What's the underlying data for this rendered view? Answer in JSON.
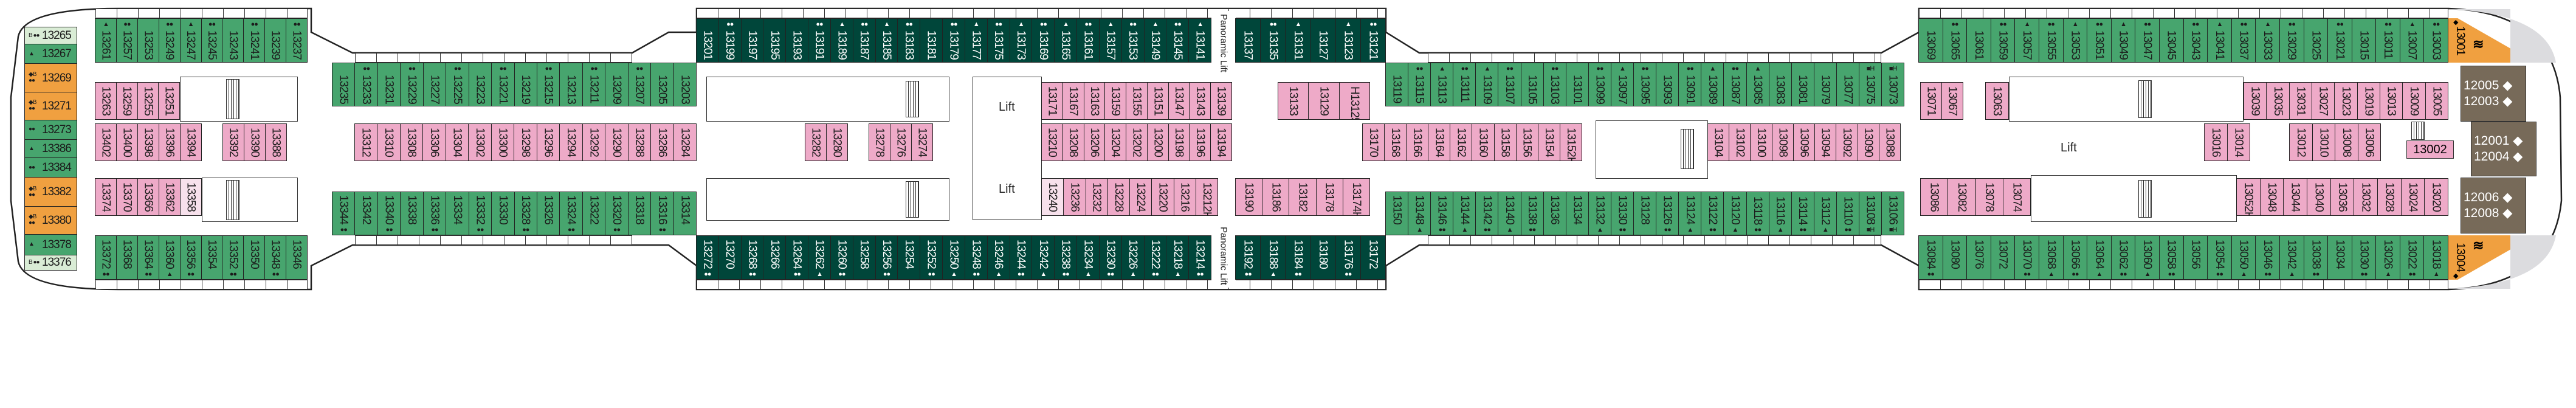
{
  "deck": {
    "colors": {
      "balcony": "#47a56e",
      "premium_balcony": "#00463a",
      "inside": "#eeaac8",
      "suite": "#f0a040",
      "owner_suite": "#776a59"
    },
    "stern": [
      [
        "13265",
        "B ●●",
        "lightgreen"
      ],
      [
        "13267",
        "▲",
        "green"
      ],
      [
        "13269",
        "◆B ●●",
        "orange"
      ],
      [
        "13271",
        "◆B ●●",
        "orange"
      ],
      [
        "13273",
        "●●",
        "green"
      ],
      [
        "13386",
        "▲",
        "green"
      ],
      [
        "13384",
        "●●",
        "green"
      ],
      [
        "13382",
        "◆B ●●",
        "orange"
      ],
      [
        "13380",
        "◆B ●●",
        "orange"
      ],
      [
        "13378",
        "▲",
        "green"
      ],
      [
        "13376",
        "B ●●",
        "lightgreen"
      ]
    ],
    "aft_top": [
      [
        "13261",
        "▲"
      ],
      [
        "13257",
        "●●"
      ],
      [
        "13253",
        ""
      ],
      [
        "13249",
        "●●"
      ],
      [
        "13247",
        "▲"
      ],
      [
        "13245",
        "●●"
      ],
      [
        "13243",
        ""
      ],
      [
        "13241",
        "●●"
      ],
      [
        "13239",
        ""
      ],
      [
        "13237",
        "●●"
      ]
    ],
    "aft_upper": [
      [
        "13263",
        ""
      ],
      [
        "13259",
        "■■"
      ],
      [
        "13255",
        ""
      ],
      [
        "13251",
        ""
      ]
    ],
    "aft_mid_a": [
      [
        "13402",
        ""
      ],
      [
        "13400",
        ""
      ],
      [
        "13398",
        ""
      ],
      [
        "13396",
        ""
      ],
      [
        "13394",
        ""
      ]
    ],
    "aft_mid_b": [
      [
        "13392",
        ""
      ],
      [
        "13390",
        ""
      ],
      [
        "13388",
        "■■"
      ]
    ],
    "aft_lower": [
      [
        "13374",
        ""
      ],
      [
        "13370",
        "■■"
      ],
      [
        "13366",
        "■■"
      ],
      [
        "13362",
        "■■"
      ],
      [
        "13358",
        "",
        "lightpink"
      ]
    ],
    "aft_bottom": [
      [
        "13372",
        "●●"
      ],
      [
        "13368",
        ""
      ],
      [
        "13364",
        "●●"
      ],
      [
        "13360",
        "▲"
      ],
      [
        "13356",
        "●●"
      ],
      [
        "13354",
        ""
      ],
      [
        "13352",
        "●●"
      ],
      [
        "13350",
        ""
      ],
      [
        "13348",
        "●●"
      ],
      [
        "13346",
        ""
      ]
    ],
    "s2_top": [
      [
        "13235",
        ""
      ],
      [
        "13233",
        "●●"
      ],
      [
        "13231",
        ""
      ],
      [
        "13229",
        "●●"
      ],
      [
        "13227",
        ""
      ],
      [
        "13225",
        "●●"
      ],
      [
        "13223",
        ""
      ],
      [
        "13221",
        "●●"
      ],
      [
        "13219",
        ""
      ],
      [
        "13215",
        "●●"
      ],
      [
        "13213",
        ""
      ],
      [
        "13211",
        "●●"
      ],
      [
        "13209",
        ""
      ],
      [
        "13207",
        "●●"
      ],
      [
        "13205",
        ""
      ],
      [
        "13203",
        ""
      ]
    ],
    "s2_mid": [
      [
        "13312",
        "■■"
      ],
      [
        "13310",
        "■■"
      ],
      [
        "13308",
        "■■"
      ],
      [
        "13306",
        "■■"
      ],
      [
        "13304",
        "■■"
      ],
      [
        "13302",
        "■■"
      ],
      [
        "13300",
        ""
      ],
      [
        "13298",
        ""
      ],
      [
        "13296",
        ""
      ],
      [
        "13294",
        ""
      ],
      [
        "13292",
        ""
      ],
      [
        "13290",
        ""
      ],
      [
        "13288",
        ""
      ],
      [
        "13286",
        ""
      ],
      [
        "13284",
        ""
      ]
    ],
    "s2_bottom": [
      [
        "13344",
        "●●"
      ],
      [
        "13342",
        ""
      ],
      [
        "13340",
        "●●"
      ],
      [
        "13338",
        ""
      ],
      [
        "13336",
        "●●"
      ],
      [
        "13334",
        ""
      ],
      [
        "13332",
        "●●"
      ],
      [
        "13330",
        ""
      ],
      [
        "13328",
        "●●"
      ],
      [
        "13326",
        ""
      ],
      [
        "13324",
        "●●"
      ],
      [
        "13322",
        ""
      ],
      [
        "13320",
        "●●"
      ],
      [
        "13318",
        ""
      ],
      [
        "13316",
        "●●"
      ],
      [
        "13314",
        ""
      ]
    ],
    "s3_top_a": [
      [
        "13201",
        ""
      ],
      [
        "13199",
        "●●"
      ],
      [
        "13197",
        ""
      ],
      [
        "13195",
        ""
      ],
      [
        "13193",
        ""
      ],
      [
        "13191",
        "●●"
      ],
      [
        "13189",
        "▲"
      ],
      [
        "13187",
        "●●"
      ],
      [
        "13185",
        "▲"
      ],
      [
        "13183",
        "●●"
      ],
      [
        "13181",
        ""
      ],
      [
        "13179",
        "●●"
      ],
      [
        "13177",
        "▲"
      ],
      [
        "13175",
        "●●"
      ],
      [
        "13173",
        "▲"
      ],
      [
        "13169",
        "●●"
      ],
      [
        "13165",
        "▲"
      ],
      [
        "13161",
        "●●"
      ],
      [
        "13157",
        "▲"
      ],
      [
        "13153",
        "●●"
      ],
      [
        "13149",
        "▲"
      ],
      [
        "13145",
        "●●"
      ],
      [
        "13141",
        "▲"
      ]
    ],
    "s3_top_b": [
      [
        "13137",
        ""
      ],
      [
        "13135",
        "●●"
      ],
      [
        "13131",
        "▲"
      ],
      [
        "13127",
        ""
      ],
      [
        "13123",
        "▲"
      ],
      [
        "13121",
        "●●"
      ]
    ],
    "s3_mid_a": [
      [
        "13282",
        "■■"
      ],
      [
        "13280",
        "■■"
      ]
    ],
    "s3_mid_b": [
      [
        "13278",
        "■■"
      ],
      [
        "13276",
        "■■"
      ],
      [
        "13274",
        "■■"
      ]
    ],
    "s3_upper": [
      [
        "13171",
        ""
      ],
      [
        "13167",
        ""
      ],
      [
        "13163",
        ""
      ],
      [
        "13159",
        ""
      ],
      [
        "13155",
        ""
      ],
      [
        "13151",
        ""
      ],
      [
        "13147",
        ""
      ],
      [
        "13143",
        ""
      ],
      [
        "13139",
        "■■"
      ]
    ],
    "s3_mid_c": [
      [
        "13210",
        "■■"
      ],
      [
        "13208",
        "■■"
      ],
      [
        "13206",
        "■■"
      ],
      [
        "13204",
        "■■"
      ],
      [
        "13202",
        "■■"
      ],
      [
        "13200",
        "■■"
      ],
      [
        "13198",
        "■■"
      ],
      [
        "13196",
        "■■"
      ],
      [
        "13194",
        "■■"
      ]
    ],
    "s3_lower": [
      [
        "13240",
        "",
        "lightpink"
      ],
      [
        "13236",
        ""
      ],
      [
        "13232",
        ""
      ],
      [
        "13228",
        ""
      ],
      [
        "13224",
        ""
      ],
      [
        "13220",
        ""
      ],
      [
        "13216",
        ""
      ],
      [
        "13212H",
        ""
      ]
    ],
    "s3_upper_b": [
      [
        "13133",
        "■■"
      ],
      [
        "13129",
        ""
      ],
      [
        "H13125",
        ""
      ]
    ],
    "s3_lower_b": [
      [
        "13190",
        ""
      ],
      [
        "13186",
        ""
      ],
      [
        "13182",
        ""
      ],
      [
        "13178",
        "■■"
      ],
      [
        "13174H",
        ""
      ]
    ],
    "s3_bottom_a": [
      [
        "13272",
        "●●"
      ],
      [
        "13270",
        ""
      ],
      [
        "13268",
        "●●"
      ],
      [
        "13266",
        ""
      ],
      [
        "13264",
        "●●"
      ],
      [
        "13262",
        "▲"
      ],
      [
        "13260",
        "●●"
      ],
      [
        "13258",
        ""
      ],
      [
        "13256",
        "●●"
      ],
      [
        "13254",
        ""
      ],
      [
        "13252",
        "●●"
      ],
      [
        "13250",
        "▲"
      ],
      [
        "13248",
        "●●"
      ],
      [
        "13246",
        "▲"
      ],
      [
        "13244",
        "●●"
      ],
      [
        "13242",
        "▲"
      ],
      [
        "13238",
        "●●"
      ],
      [
        "13234",
        "▲"
      ],
      [
        "13230",
        "●●"
      ],
      [
        "13226",
        "▲"
      ],
      [
        "13222",
        "●●"
      ],
      [
        "13218",
        "▲"
      ],
      [
        "13214",
        "●●"
      ]
    ],
    "s3_bottom_b": [
      [
        "13192",
        "●●"
      ],
      [
        "13188",
        "▲"
      ],
      [
        "13184",
        "●●"
      ],
      [
        "13180",
        ""
      ],
      [
        "13176",
        "●●"
      ],
      [
        "13172",
        ""
      ]
    ],
    "s4_mid": [
      [
        "13170",
        ""
      ],
      [
        "13168",
        ""
      ],
      [
        "13166",
        ""
      ],
      [
        "13164",
        ""
      ],
      [
        "13162",
        ""
      ],
      [
        "13160",
        ""
      ],
      [
        "13158",
        ""
      ],
      [
        "13156",
        ""
      ],
      [
        "13154",
        "■■"
      ],
      [
        "13152H",
        ""
      ]
    ],
    "s4_top": [
      [
        "13119",
        ""
      ],
      [
        "13115",
        "●●"
      ],
      [
        "13113",
        "▲"
      ],
      [
        "13111",
        "●●"
      ],
      [
        "13109",
        "▲"
      ],
      [
        "13107",
        "●●"
      ],
      [
        "13105",
        ""
      ],
      [
        "13103",
        "●●"
      ],
      [
        "13101",
        ""
      ],
      [
        "13099",
        "●●"
      ],
      [
        "13097",
        "▲"
      ],
      [
        "13095",
        "●●"
      ],
      [
        "13093",
        ""
      ],
      [
        "13091",
        "●●"
      ],
      [
        "13089",
        "▲"
      ],
      [
        "13087",
        "●●"
      ],
      [
        "13085",
        "▲"
      ],
      [
        "13083",
        ""
      ],
      [
        "13081",
        ""
      ],
      [
        "13079",
        ""
      ],
      [
        "13077",
        ""
      ],
      [
        "13075",
        "■H"
      ],
      [
        "13073",
        "■H"
      ]
    ],
    "s4_bottom": [
      [
        "13150",
        ""
      ],
      [
        "13148",
        "▲"
      ],
      [
        "13146",
        "●●"
      ],
      [
        "13144",
        "▲"
      ],
      [
        "13142",
        "●●"
      ],
      [
        "13140",
        "▲"
      ],
      [
        "13138",
        "●●"
      ],
      [
        "13136",
        ""
      ],
      [
        "13134",
        ""
      ],
      [
        "13132",
        "▲"
      ],
      [
        "13130",
        "●●"
      ],
      [
        "13128",
        ""
      ],
      [
        "13126",
        "●●"
      ],
      [
        "13124",
        "▲"
      ],
      [
        "13122",
        "●●"
      ],
      [
        "13120",
        "▲"
      ],
      [
        "13118",
        "●●"
      ],
      [
        "13116",
        "▲"
      ],
      [
        "13114",
        "●●"
      ],
      [
        "13112",
        "▲"
      ],
      [
        "13110",
        "●●"
      ],
      [
        "13108",
        "■H"
      ],
      [
        "13106",
        "■H"
      ]
    ],
    "s4_mid_b": [
      [
        "13104",
        "■■"
      ],
      [
        "13102",
        ""
      ],
      [
        "13100",
        ""
      ],
      [
        "13098",
        "■■"
      ],
      [
        "13096",
        "■■"
      ],
      [
        "13094",
        ""
      ],
      [
        "13092",
        "■■"
      ],
      [
        "13090",
        "■■"
      ],
      [
        "13088",
        "■■"
      ]
    ],
    "s5_top": [
      [
        "13069",
        ""
      ],
      [
        "13065",
        "●●"
      ],
      [
        "13061",
        ""
      ],
      [
        "13059",
        "●●"
      ],
      [
        "13057",
        "▲"
      ],
      [
        "13055",
        "●●"
      ],
      [
        "13053",
        "▲"
      ],
      [
        "13051",
        "●●"
      ],
      [
        "13049",
        "▲"
      ],
      [
        "13047",
        "●●"
      ],
      [
        "13045",
        ""
      ],
      [
        "13043",
        "●●"
      ],
      [
        "13041",
        "▲"
      ],
      [
        "13037",
        "●●"
      ],
      [
        "13033",
        "▲"
      ],
      [
        "13029",
        "●●"
      ],
      [
        "13025",
        ""
      ],
      [
        "13021",
        "●●"
      ],
      [
        "13015",
        ""
      ],
      [
        "13011",
        "●●"
      ],
      [
        "13007",
        "▲"
      ],
      [
        "13003",
        "●●"
      ]
    ],
    "s5_bottom": [
      [
        "13084",
        "●●"
      ],
      [
        "13080",
        ""
      ],
      [
        "13076",
        ""
      ],
      [
        "13072",
        ""
      ],
      [
        "13070",
        "●●"
      ],
      [
        "13068",
        "▲"
      ],
      [
        "13066",
        "●●"
      ],
      [
        "13064",
        "▲"
      ],
      [
        "13062",
        "●●"
      ],
      [
        "13060",
        "▲"
      ],
      [
        "13058",
        "●●"
      ],
      [
        "13056",
        ""
      ],
      [
        "13054",
        "●●"
      ],
      [
        "13050",
        "▲"
      ],
      [
        "13046",
        "●●"
      ],
      [
        "13042",
        "▲"
      ],
      [
        "13038",
        "●●"
      ],
      [
        "13034",
        ""
      ],
      [
        "13030",
        "●●"
      ],
      [
        "13026",
        "▲"
      ],
      [
        "13022",
        "●●"
      ],
      [
        "13018",
        "▲"
      ]
    ],
    "s5_upper_a": [
      [
        "13071",
        ""
      ],
      [
        "13067",
        ""
      ]
    ],
    "s5_upper_b": [
      [
        "13063",
        ""
      ]
    ],
    "s5_upper_c": [
      [
        "13039",
        ""
      ],
      [
        "13035",
        ""
      ],
      [
        "13031",
        ""
      ],
      [
        "13027",
        ""
      ],
      [
        "13023",
        ""
      ],
      [
        "13019",
        ""
      ],
      [
        "13013",
        ""
      ],
      [
        "13009",
        ""
      ],
      [
        "13005",
        ""
      ]
    ],
    "s5_mid_a": [
      [
        "13016",
        ""
      ],
      [
        "13014",
        ""
      ]
    ],
    "s5_mid_b": [
      [
        "13012",
        ""
      ],
      [
        "13010",
        "■■"
      ],
      [
        "13008",
        ""
      ],
      [
        "13006",
        ""
      ]
    ],
    "s5_lower_a": [
      [
        "13086",
        ""
      ],
      [
        "13082",
        ""
      ],
      [
        "13078",
        ""
      ],
      [
        "13074",
        ""
      ]
    ],
    "s5_lower_b": [
      [
        "13052H",
        ""
      ],
      [
        "13048",
        ""
      ],
      [
        "13044",
        ""
      ],
      [
        "13040",
        ""
      ],
      [
        "13036",
        ""
      ],
      [
        "13032",
        ""
      ],
      [
        "13028",
        ""
      ],
      [
        "13024",
        ""
      ],
      [
        "13020",
        ""
      ]
    ],
    "cabin_13002": "13002",
    "bow_top": {
      "num": "13001",
      "sym": "◆",
      "icon": "spa-waves-icon"
    },
    "bow_bottom": {
      "num": "13004",
      "sym": "◆",
      "icon": "spa-waves-icon"
    },
    "suites": [
      [
        "12005",
        "12003"
      ],
      [
        "12001",
        "12004"
      ],
      [
        "12006",
        "12008"
      ]
    ],
    "suite_sym": "◆",
    "waves": "≋",
    "lift_label": "Lift",
    "panoramic_lift_label": "Panoramic Lift"
  }
}
